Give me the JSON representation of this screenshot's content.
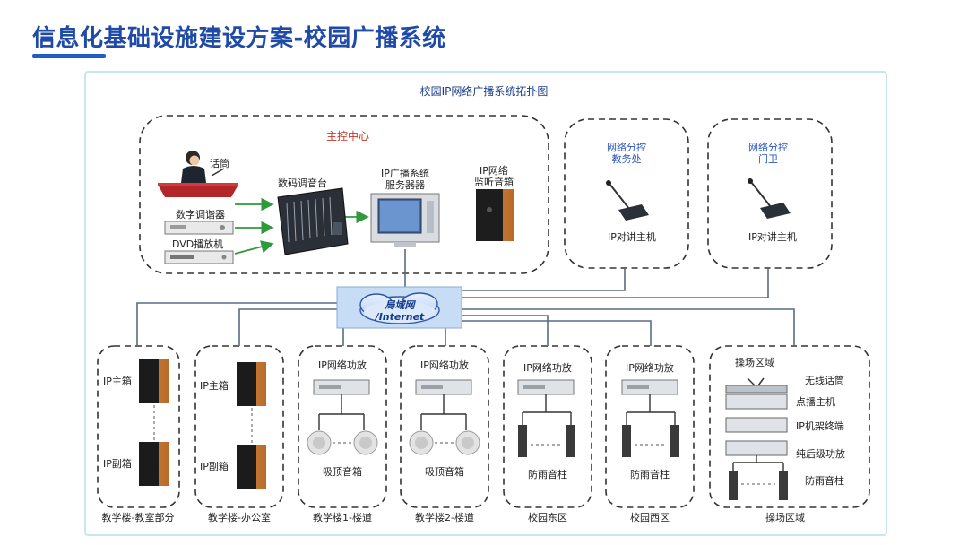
{
  "page": {
    "title": "信息化基础设施建设方案-校园广播系统"
  },
  "diagram": {
    "title": "校园IP网络广播系统拓扑图",
    "center": {
      "label": "主控中心",
      "microphone": "话筒",
      "tuner": "数字调谐器",
      "dvd": "DVD播放机",
      "mixer": "数码调音台",
      "server": "IP广播系统\n服务器器",
      "monitor": "IP网络\n监听音箱"
    },
    "control_panels": [
      {
        "title": "网络分控\n教务处",
        "device": "IP对讲主机"
      },
      {
        "title": "网络分控\n门卫",
        "device": "IP对讲主机"
      }
    ],
    "network": {
      "label": "局域网\n/Internet"
    },
    "zones": [
      {
        "top": "IP主箱",
        "bottom": "IP副箱",
        "caption": "教学楼-教室部分"
      },
      {
        "top": "IP主箱",
        "bottom": "IP副箱",
        "caption": "教学楼-办公室"
      },
      {
        "amp": "IP网络功放",
        "speaker": "吸顶音箱",
        "caption": "教学楼1-楼道"
      },
      {
        "amp": "IP网络功放",
        "speaker": "吸顶音箱",
        "caption": "教学楼2-楼道"
      },
      {
        "amp": "IP网络功放",
        "speaker": "防雨音柱",
        "caption": "校园东区"
      },
      {
        "amp": "IP网络功放",
        "speaker": "防雨音柱",
        "caption": "校园西区"
      }
    ],
    "playground": {
      "title": "操场区域",
      "items": [
        "无线话筒",
        "点播主机",
        "IP机架终端",
        "纯后级功放",
        "防雨音柱"
      ],
      "caption": "操场区域"
    }
  }
}
